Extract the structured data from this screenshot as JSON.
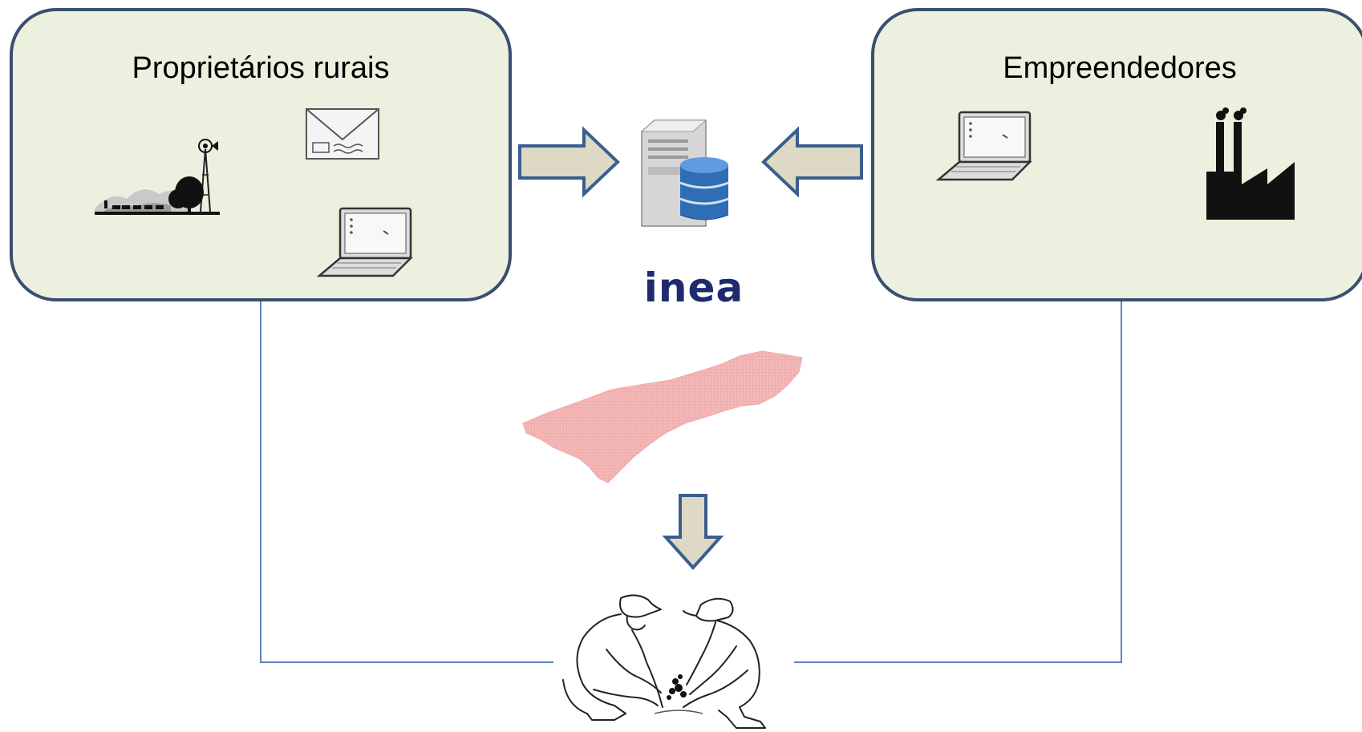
{
  "left_box": {
    "title": "Proprietários rurais"
  },
  "right_box": {
    "title": "Empreendedores"
  },
  "center": {
    "logo_text": "inea"
  },
  "icons": {
    "farm": "farm-landscape-icon",
    "mail": "envelope-icon",
    "laptop": "laptop-icon",
    "server": "database-server-icon",
    "factory": "factory-icon",
    "region": "region-map-icon",
    "planting": "people-planting-tree-icon"
  },
  "colors": {
    "box_fill": "#ebf1de",
    "box_border": "#3a4f70",
    "arrow_fill": "#ddd9c4",
    "arrow_stroke": "#3a5e90",
    "connector": "#5b82c0",
    "region_fill": "#f4b8b8",
    "logo": "#1e2a6e"
  }
}
